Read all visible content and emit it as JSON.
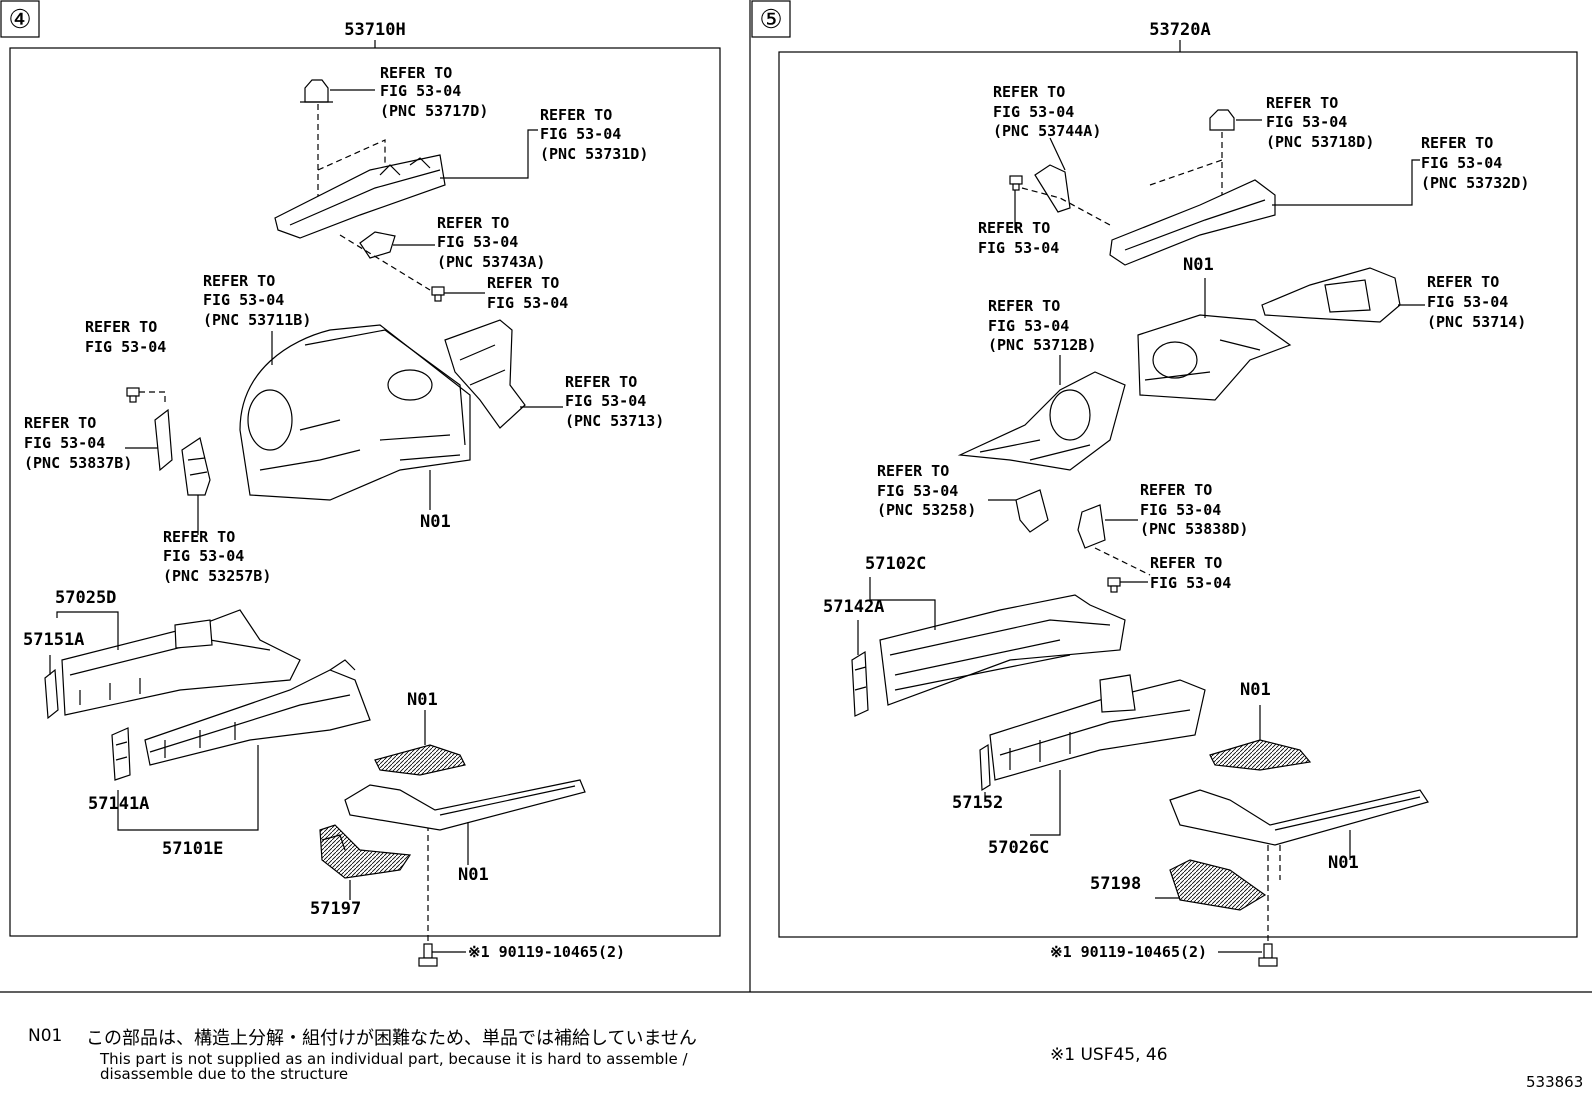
{
  "panels": [
    {
      "number": "④",
      "assembly": "53710H",
      "refers": [
        {
          "line1": "REFER TO",
          "line2": "FIG 53-04",
          "line3": "(PNC 53717D)"
        },
        {
          "line1": "REFER TO",
          "line2": "FIG 53-04",
          "line3": "(PNC 53731D)"
        },
        {
          "line1": "REFER TO",
          "line2": "FIG 53-04",
          "line3": "(PNC 53743A)"
        },
        {
          "line1": "REFER TO",
          "line2": "FIG 53-04",
          "line3": ""
        },
        {
          "line1": "REFER TO",
          "line2": "FIG 53-04",
          "line3": "(PNC 53711B)"
        },
        {
          "line1": "REFER TO",
          "line2": "FIG 53-04",
          "line3": ""
        },
        {
          "line1": "REFER TO",
          "line2": "FIG 53-04",
          "line3": "(PNC 53713)"
        },
        {
          "line1": "REFER TO",
          "line2": "FIG 53-04",
          "line3": "(PNC 53837B)"
        },
        {
          "line1": "REFER TO",
          "line2": "FIG 53-04",
          "line3": "(PNC 53257B)"
        }
      ],
      "parts": [
        "N01",
        "57025D",
        "57151A",
        "N01",
        "57141A",
        "57101E",
        "N01",
        "57197"
      ],
      "bolt": "※1 90119-10465(2)"
    },
    {
      "number": "⑤",
      "assembly": "53720A",
      "refers": [
        {
          "line1": "REFER TO",
          "line2": "FIG 53-04",
          "line3": "(PNC 53744A)"
        },
        {
          "line1": "REFER TO",
          "line2": "FIG 53-04",
          "line3": "(PNC 53718D)"
        },
        {
          "line1": "REFER TO",
          "line2": "FIG 53-04",
          "line3": "(PNC 53732D)"
        },
        {
          "line1": "REFER TO",
          "line2": "FIG 53-04",
          "line3": ""
        },
        {
          "line1": "REFER TO",
          "line2": "FIG 53-04",
          "line3": "(PNC 53714)"
        },
        {
          "line1": "REFER TO",
          "line2": "FIG 53-04",
          "line3": "(PNC 53712B)"
        },
        {
          "line1": "REFER TO",
          "line2": "FIG 53-04",
          "line3": "(PNC 53258)"
        },
        {
          "line1": "REFER TO",
          "line2": "FIG 53-04",
          "line3": "(PNC 53838D)"
        },
        {
          "line1": "REFER TO",
          "line2": "FIG 53-04",
          "line3": ""
        }
      ],
      "parts": [
        "N01",
        "57102C",
        "57142A",
        "N01",
        "57152",
        "57026C",
        "N01",
        "57198"
      ],
      "bolt": "※1 90119-10465(2)"
    }
  ],
  "footer": {
    "code": "N01",
    "jp_note": "この部品は、構造上分解・組付けが困難なため、単品では補給していません",
    "en_note_line1": "This part is not supplied as an individual part, because it is hard to assemble /",
    "en_note_line2": "disassemble due to the structure",
    "applicability": "※1  USF45, 46",
    "figure_id": "533863"
  }
}
